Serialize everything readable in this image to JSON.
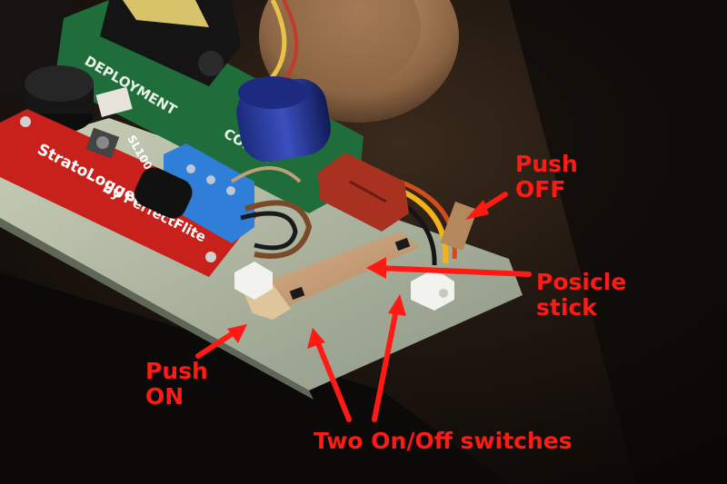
{
  "photo": {
    "board_text": {
      "brand": "StratoLogger",
      "maker": "by PerfectFlite",
      "model": "SL100",
      "deployment": "DEPLOYMENT",
      "control": "CONTR"
    }
  },
  "annotations": {
    "color": "#ff1a14",
    "push_off": [
      "Push",
      "OFF"
    ],
    "posicle_stick": [
      "Posicle",
      "stick"
    ],
    "push_on": [
      "Push",
      "ON"
    ],
    "switches": "Two On/Off switches"
  }
}
